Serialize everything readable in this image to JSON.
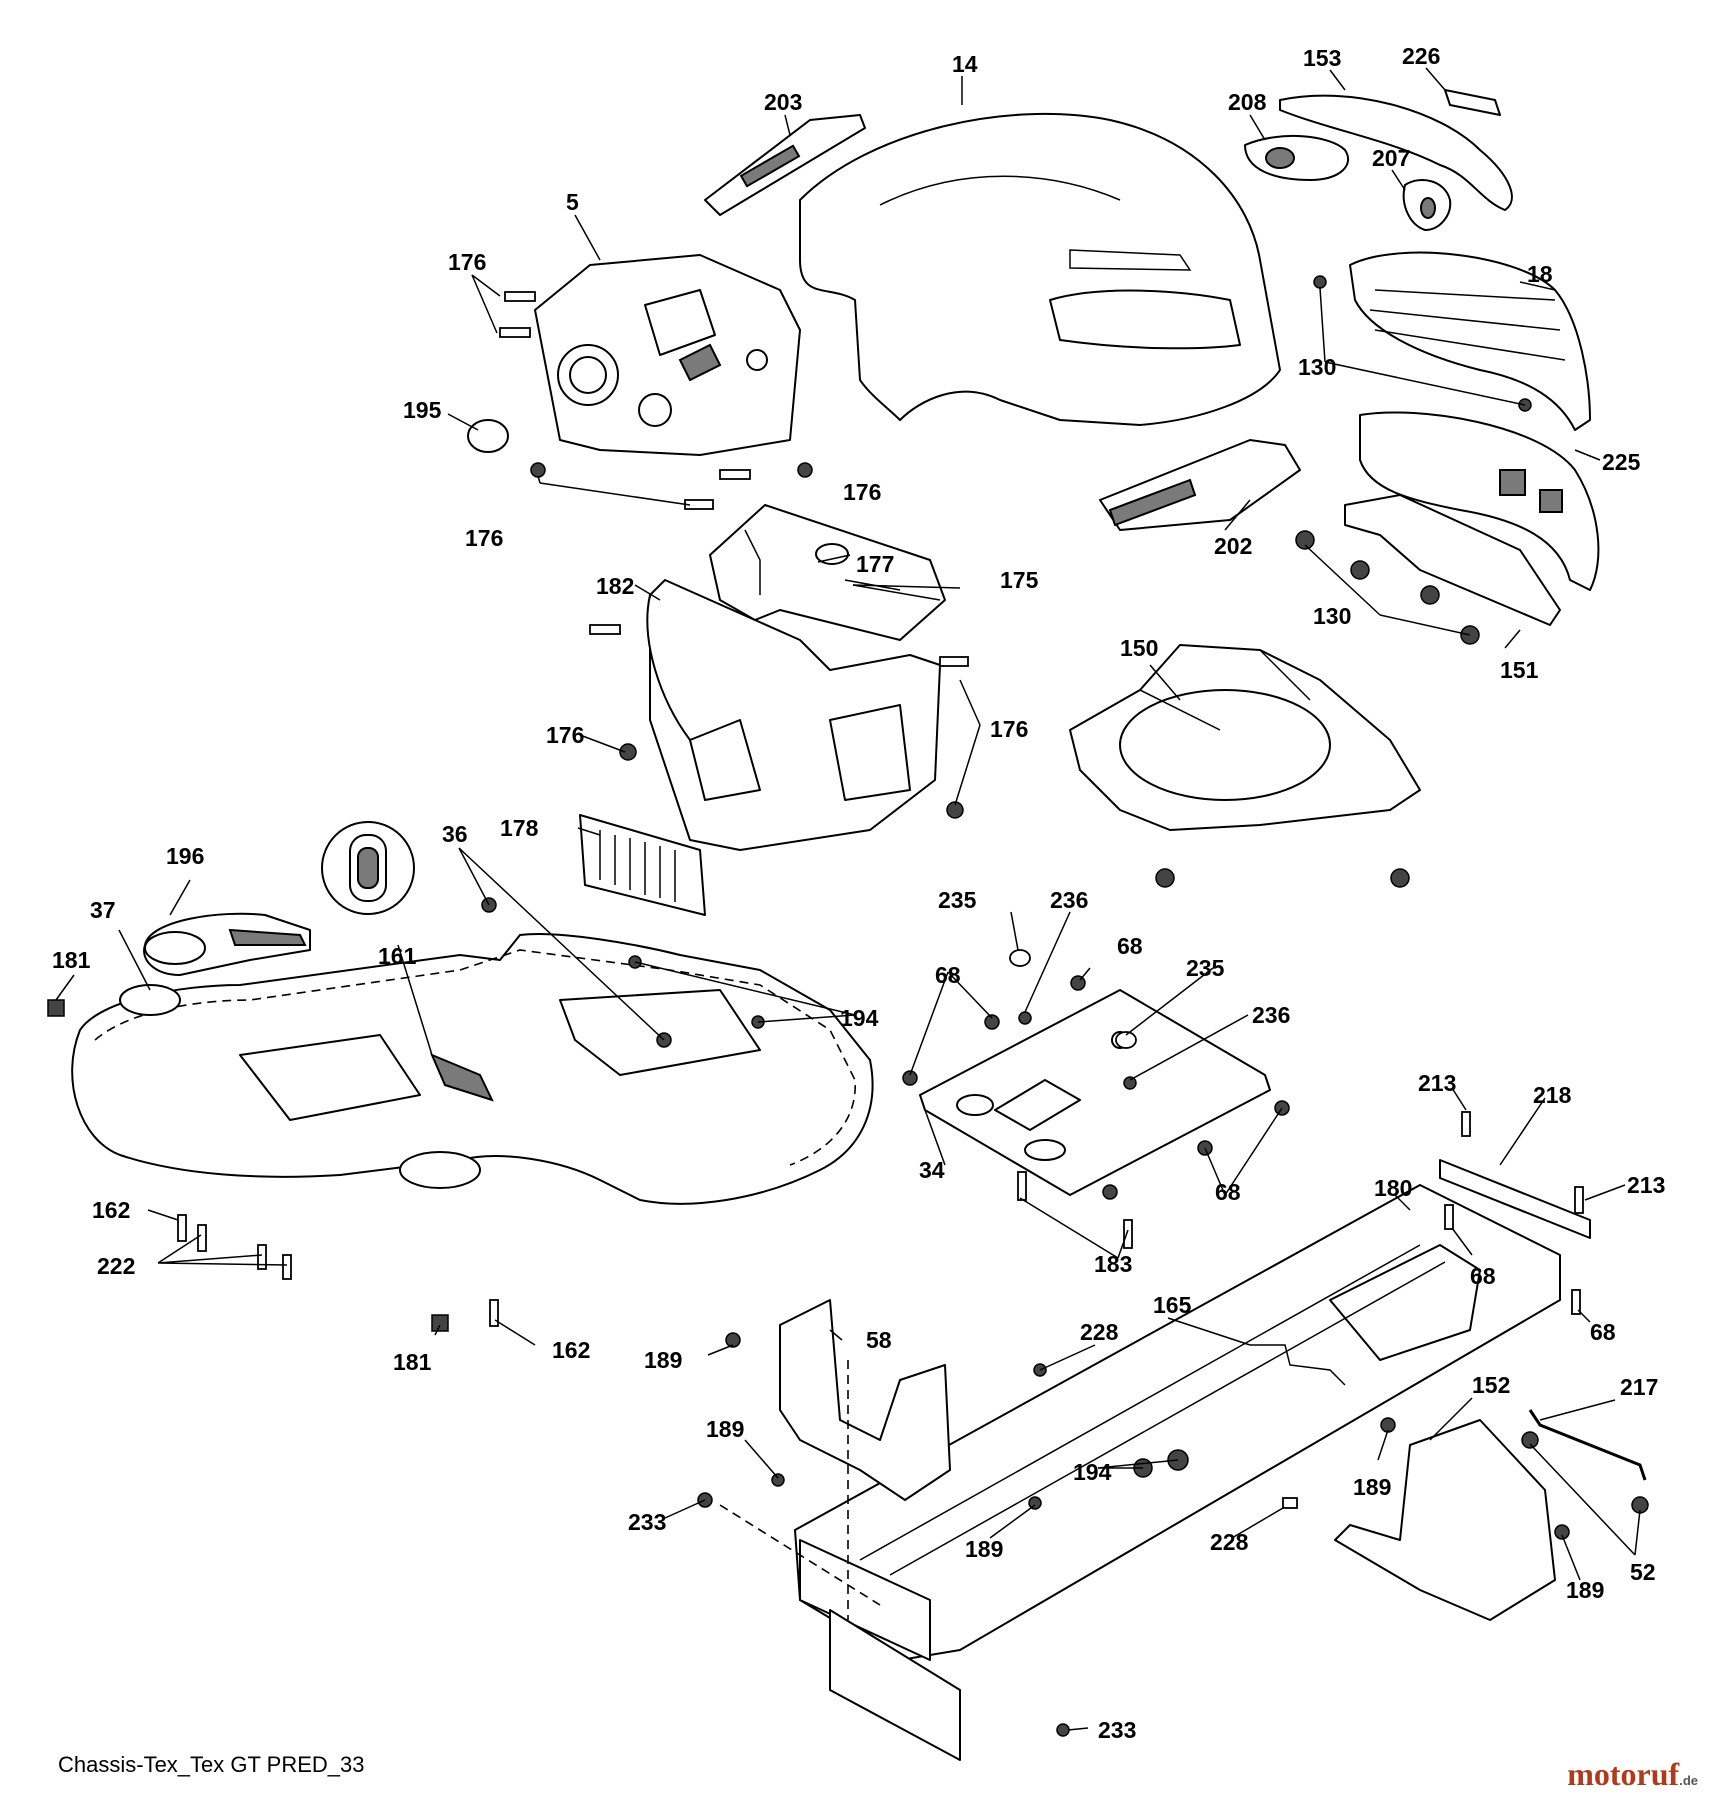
{
  "diagram": {
    "reference": "Chassis-Tex_Tex GT PRED_33",
    "brand": {
      "name": "motoruf",
      "suffix": ".de"
    },
    "callouts": [
      "14",
      "153",
      "226",
      "203",
      "208",
      "207",
      "5",
      "176",
      "18",
      "195",
      "130",
      "225",
      "176",
      "177",
      "176",
      "175",
      "182",
      "202",
      "130",
      "151",
      "150",
      "176",
      "176",
      "178",
      "36",
      "196",
      "161",
      "37",
      "181",
      "194",
      "235",
      "236",
      "68",
      "235",
      "68",
      "236",
      "34",
      "68",
      "213",
      "218",
      "213",
      "162",
      "222",
      "180",
      "183",
      "68",
      "165",
      "58",
      "228",
      "68",
      "181",
      "162",
      "189",
      "217",
      "152",
      "189",
      "194",
      "189",
      "233",
      "189",
      "228",
      "52",
      "189",
      "233"
    ]
  },
  "colors": {
    "ink": "#000000",
    "fill": "#ffffff",
    "shade": "#7a7a7a",
    "brand": "#b23a1c"
  }
}
